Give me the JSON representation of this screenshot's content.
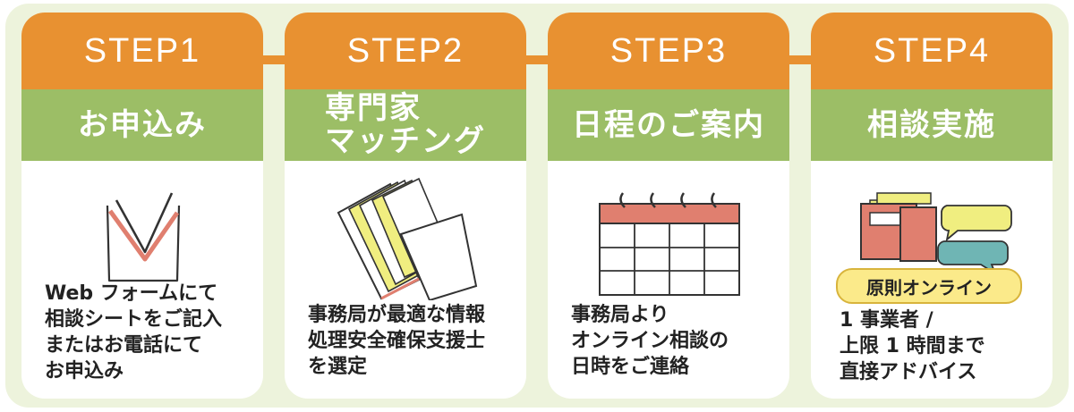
{
  "steps": [
    {
      "label": "STEP1",
      "title": "お申込み",
      "description": "Web フォームにて\n相談シートをご記入\nまたはお電話にて\nお申込み",
      "icon": "checkmark-envelope-icon"
    },
    {
      "label": "STEP2",
      "title_line1": "専門家",
      "title_line2": "マッチング",
      "description": "事務局が最適な情報\n処理安全確保支援士\nを選定",
      "icon": "book-pages-icon"
    },
    {
      "label": "STEP3",
      "title": "日程のご案内",
      "description": "事務局より\nオンライン相談の\n日時をご連絡",
      "icon": "calendar-icon"
    },
    {
      "label": "STEP4",
      "title": "相談実施",
      "badge": "原則オンライン",
      "description": "1 事業者 /\n上限 1 時間まで\n直接アドバイス",
      "icon": "chat-bubbles-books-icon"
    }
  ],
  "colors": {
    "step_header": "#e89131",
    "title_band": "#9cbe66",
    "panel_bg": "#edf3dc",
    "badge_bg": "#fbea8a",
    "accent_pink": "#e07f6f",
    "accent_yellow": "#f0ee80",
    "accent_teal": "#6fb5b4"
  }
}
